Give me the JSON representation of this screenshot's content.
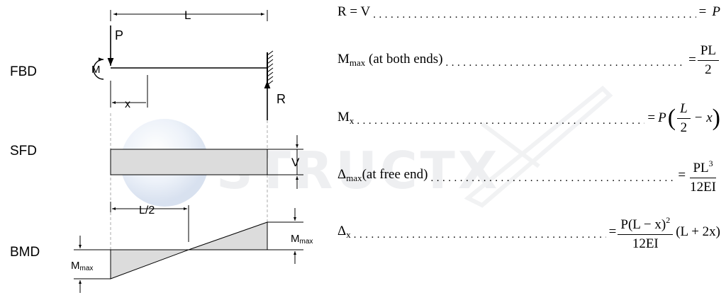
{
  "diagram": {
    "row_labels": {
      "fbd": "FBD",
      "sfd": "SFD",
      "bmd": "BMD"
    },
    "fbd": {
      "span": "L",
      "load": "P",
      "moment": "M",
      "distance": "x",
      "reaction": "R"
    },
    "sfd": {
      "shear": "V"
    },
    "bmd": {
      "half_span": "L/2",
      "m_left": "M",
      "m_left_sub": "max",
      "m_right": "M",
      "m_right_sub": "max"
    },
    "watermark": "STRUCTX"
  },
  "equations": [
    {
      "id": "reaction",
      "lhs": "R = V",
      "rhs": "P"
    },
    {
      "id": "mmax",
      "lhs_main": "M",
      "lhs_sub": "max",
      "lhs_rest": " (at both ends)",
      "rhs_num": "PL",
      "rhs_den": "2"
    },
    {
      "id": "mx",
      "lhs_main": "M",
      "lhs_sub": "x",
      "rhs_pre": "P",
      "rhs_num": "L",
      "rhs_den": "2",
      "rhs_tail": "− x"
    },
    {
      "id": "dmax",
      "lhs_main": "Δ",
      "lhs_sub": "max",
      "lhs_rest": "(at free end)",
      "rhs_num_main": "PL",
      "rhs_num_sup": "3",
      "rhs_den": "12EI"
    },
    {
      "id": "dx",
      "lhs_main": "Δ",
      "lhs_sub": "x",
      "rhs_num_main": "P(L − x)",
      "rhs_num_sup": "2",
      "rhs_den": "12EI",
      "rhs_tail": "(L + 2x)"
    }
  ]
}
